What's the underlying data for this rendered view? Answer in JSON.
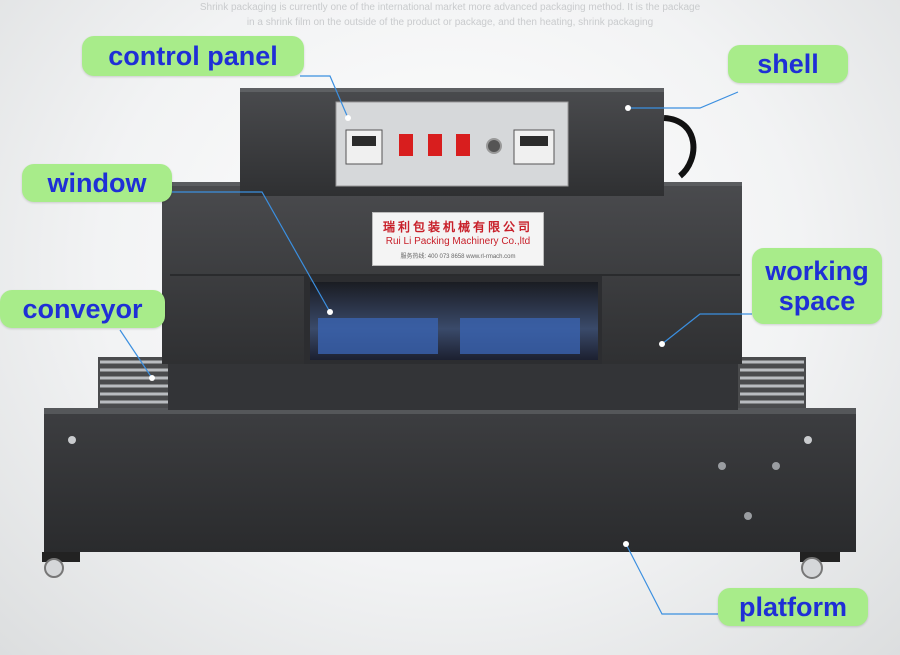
{
  "header": {
    "line1": "Shrink packaging is currently one of the international market more advanced packaging method. It is the package",
    "line2": "in a shrink film on the outside of the product or package, and then heating, shrink packaging"
  },
  "labels": {
    "control_panel": "control panel",
    "shell": "shell",
    "window": "window",
    "conveyor": "conveyor",
    "working_space": "working\nspace",
    "platform": "platform"
  },
  "sign": {
    "chinese": "瑞利包装机械有限公司",
    "english": "Rui Li Packing Machinery Co.,ltd",
    "tel": "服务热线: 400 073 8658    www.rl-rmach.com"
  },
  "colors": {
    "label_bg": "#a8ec8a",
    "label_text": "#1f2fd6",
    "machine_body": "#3b3c3e",
    "lamp_red": "#d81e1e"
  }
}
